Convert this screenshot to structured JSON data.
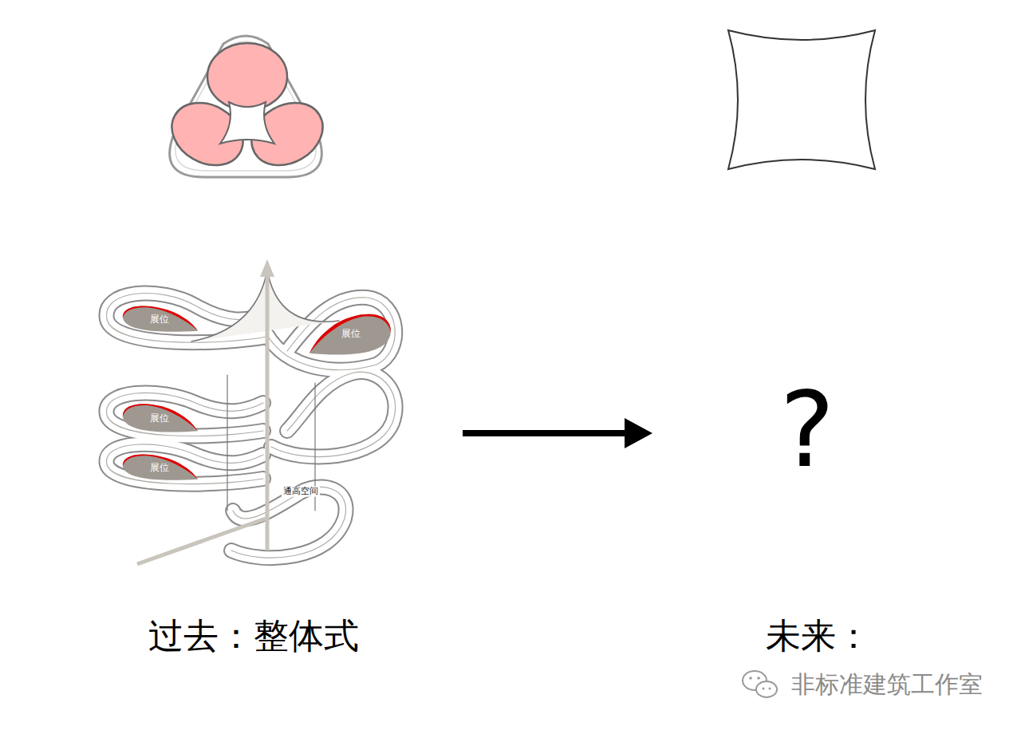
{
  "diagram": {
    "nodes": [
      {
        "text": [
          "展位"
        ]
      },
      {
        "text": [
          "展位"
        ]
      },
      {
        "text": [
          "展位"
        ]
      },
      {
        "text": [
          "展位"
        ]
      }
    ],
    "labels": [
      "通高空间",
      "?",
      "过去：整体式",
      "未来：",
      "非标准建筑工作室"
    ]
  }
}
